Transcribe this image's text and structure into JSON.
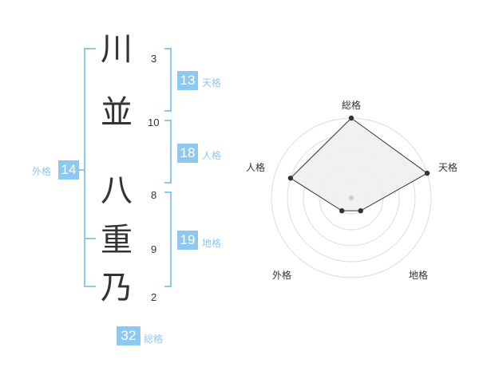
{
  "name": {
    "characters": [
      {
        "char": "川",
        "strokes": "3"
      },
      {
        "char": "並",
        "strokes": "10"
      },
      {
        "char": "八",
        "strokes": "8"
      },
      {
        "char": "重",
        "strokes": "9"
      },
      {
        "char": "乃",
        "strokes": "2"
      }
    ]
  },
  "kakusu": {
    "ten": {
      "value": "13",
      "label": "天格"
    },
    "jin": {
      "value": "18",
      "label": "人格"
    },
    "chi": {
      "value": "19",
      "label": "地格"
    },
    "gai": {
      "value": "14",
      "label": "外格"
    },
    "sou": {
      "value": "32",
      "label": "総格"
    }
  },
  "colors": {
    "accent": "#8fc8ef",
    "text": "#333333",
    "radar_fill": "#eeeeee",
    "radar_ring": "#dddddd"
  },
  "chart_data": {
    "type": "radar",
    "axes": [
      "総格",
      "天格",
      "地格",
      "外格",
      "人格"
    ],
    "values": [
      5,
      5,
      1,
      1,
      4
    ],
    "range": [
      0,
      5
    ],
    "rings": 5
  }
}
